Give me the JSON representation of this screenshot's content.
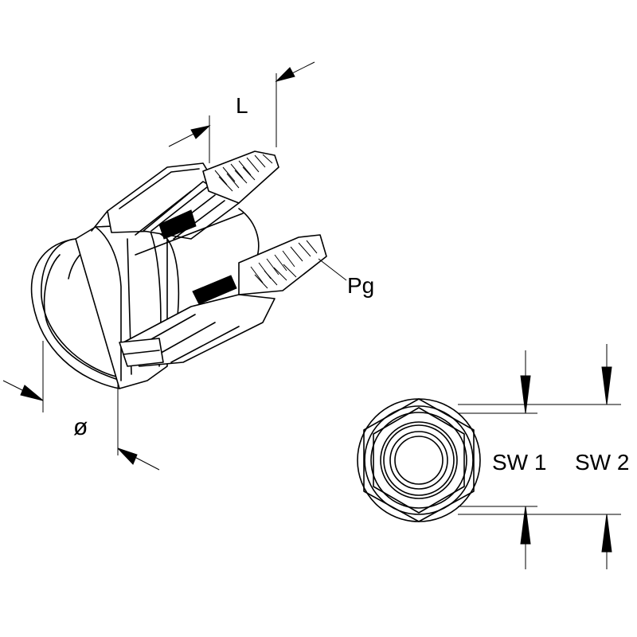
{
  "labels": {
    "length": "L",
    "thread": "Pg",
    "diameter": "ø",
    "wrench_size_1": "SW 1",
    "wrench_size_2": "SW 2"
  }
}
